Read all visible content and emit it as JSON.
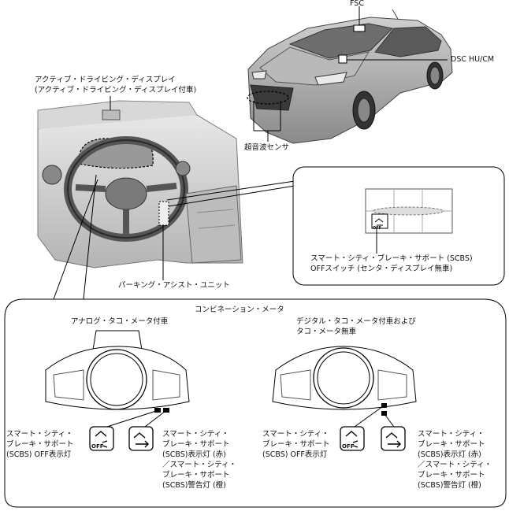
{
  "labels": {
    "fsc": "FSC",
    "dsc": "DSC HU/CM",
    "ultrasonic": "超音波センサ",
    "ad_display_1": "アクティブ・ドライビング・ディスプレイ",
    "ad_display_2": "(アクティブ・ドライビング・ディスプレイ付車)",
    "scbs_switch_1": "スマート・シティ・ブレーキ・サポート (SCBS)",
    "scbs_switch_2": "OFFスイッチ (センタ・ディスプレイ無車)",
    "parking_assist": "パーキング・アシスト・ユニット",
    "combination_meter": "コンビネーション・メータ",
    "analog_meter": "アナログ・タコ・メータ付車",
    "digital_meter_1": "デジタル・タコ・メータ付車および",
    "digital_meter_2": "タコ・メータ無車",
    "off_lamp_1": "スマート・シティ・",
    "off_lamp_2": "ブレーキ・サポート",
    "off_lamp_3": "(SCBS) OFF表示灯",
    "warn_lamp_1": "スマート・シティ・",
    "warn_lamp_2": "ブレーキ・サポート",
    "warn_lamp_3": "(SCBS)表示灯 (赤)",
    "warn_lamp_4": "／スマート・シティ・",
    "warn_lamp_5": "ブレーキ・サポート",
    "warn_lamp_6": "(SCBS)警告灯 (橙)",
    "icon_off_text": "OFF"
  }
}
